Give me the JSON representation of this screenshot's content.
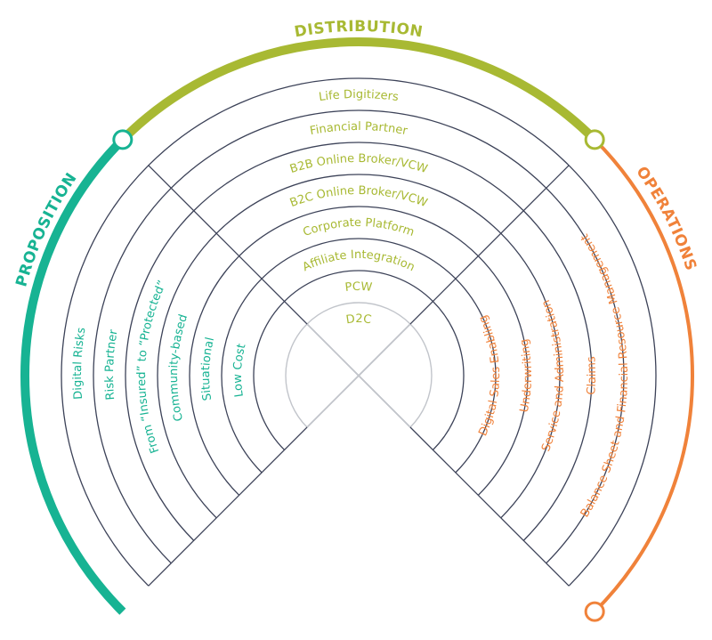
{
  "colors": {
    "distribution": "#a8b933",
    "proposition": "#17b393",
    "operations": "#f0823a",
    "ring": "#3c4258",
    "inner_ring": "#c2c5cb"
  },
  "headings": {
    "distribution": "DISTRIBUTION",
    "proposition": "PROPOSITION",
    "operations": "OPERATIONS"
  },
  "distribution": {
    "items": [
      "Life Digitizers",
      "Financial Partner",
      "B2B Online Broker/VCW",
      "B2C Online Broker/VCW",
      "Corporate Platform",
      "Affiliate Integration",
      "PCW",
      "D2C"
    ]
  },
  "proposition": {
    "items": [
      "Digital Risks",
      "Risk Partner",
      "From “Insured” to “Protected”",
      "Community-based",
      "Situational",
      "Low Cost"
    ]
  },
  "operations": {
    "items": [
      "Balance Sheet and Financial Resource Management",
      "Claims",
      "Service and Administration",
      "Underwriting",
      "Digital Sales Enabling"
    ]
  }
}
